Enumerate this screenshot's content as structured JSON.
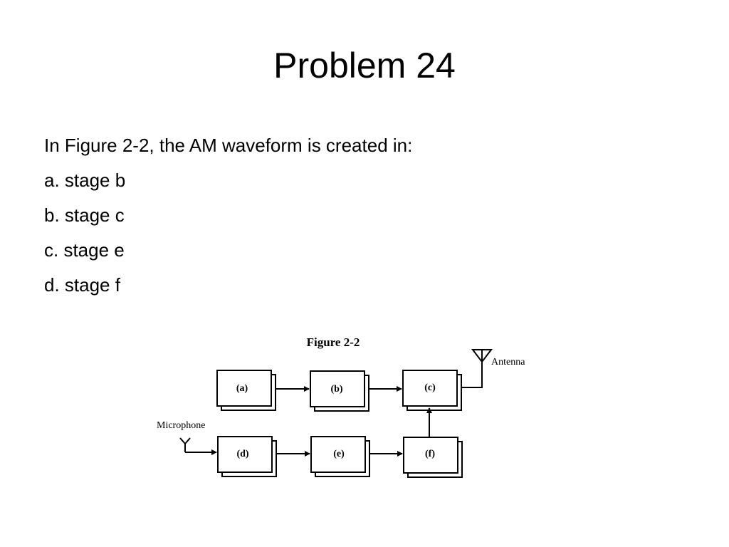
{
  "slide": {
    "title": "Problem 24"
  },
  "question": {
    "prompt": "In Figure 2-2, the AM waveform is created in:",
    "options": [
      "a. stage b",
      "b. stage c",
      "c. stage e",
      "d. stage f"
    ]
  },
  "figure": {
    "caption": "Figure 2-2",
    "antenna_label": "Antenna",
    "microphone_label": "Microphone",
    "stages": {
      "a": "(a)",
      "b": "(b)",
      "c": "(c)",
      "d": "(d)",
      "e": "(e)",
      "f": "(f)"
    }
  }
}
